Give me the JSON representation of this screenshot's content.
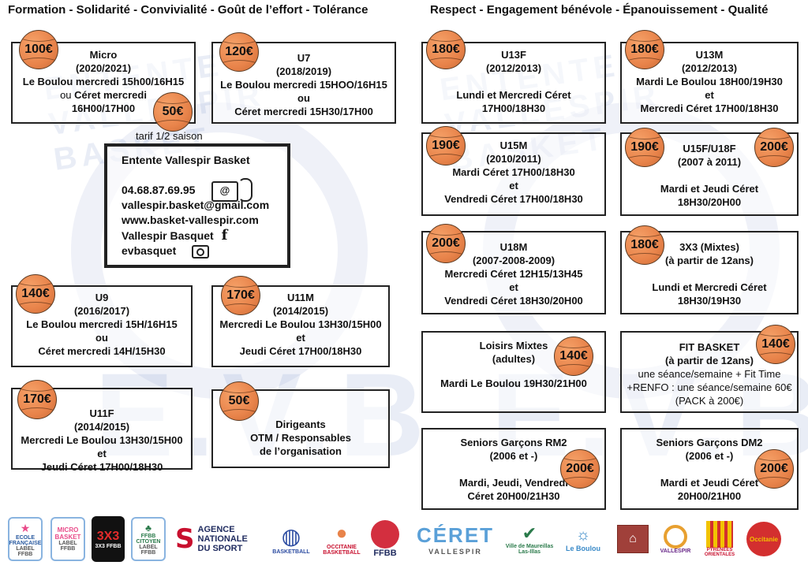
{
  "mottos": {
    "left": "Formation - Solidarité - Convivialité - Goût de l’effort - Tolérance",
    "right": "Respect - Engagement bénévole - Épanouissement - Qualité"
  },
  "cards": {
    "micro": {
      "price": "100€",
      "title": "Micro",
      "years": "(2020/2021)",
      "l1": "Le Boulou mercredi 15h00/16H15",
      "l2a": "ou",
      "l2b": "Céret mercredi",
      "l3": "16H00/17H00",
      "half_price": "50€",
      "half_label": "tarif 1/2 saison"
    },
    "u7": {
      "price": "120€",
      "title": "U7",
      "years": "(2018/2019)",
      "l1": "Le Boulou mercredi 15HOO/16H15",
      "l2": "ou",
      "l3": "Céret mercredi 15H30/17H00"
    },
    "u9": {
      "price": "140€",
      "title": "U9",
      "years": "(2016/2017)",
      "l1": "Le Boulou mercredi 15H/16H15",
      "l2": "ou",
      "l3": "Céret mercredi 14H/15H30"
    },
    "u11m": {
      "price": "170€",
      "title": "U11M",
      "years": "(2014/2015)",
      "l1": "Mercredi Le Boulou 13H30/15H00",
      "l2": "et",
      "l3": "Jeudi Céret 17H00/18H30"
    },
    "u11f": {
      "price": "170€",
      "title": "U11F",
      "years": "(2014/2015)",
      "l1": "Mercredi Le Boulou 13H30/15H00",
      "l2": "et",
      "l3": "Jeudi Céret 17H00/18H30"
    },
    "dirigeants": {
      "price": "50€",
      "l1": "Dirigeants",
      "l2": "OTM / Responsables",
      "l3": "de l’organisation"
    },
    "u13f": {
      "price": "180€",
      "title": "U13F",
      "years": "(2012/2013)",
      "l1": "Lundi et Mercredi Céret",
      "l2": "17H00/18H30"
    },
    "u13m": {
      "price": "180€",
      "title": "U13M",
      "years": "(2012/2013)",
      "l1": "Mardi Le Boulou 18H00/19H30",
      "l2": "et",
      "l3": "Mercredi Céret 17H00/18H30"
    },
    "u15m": {
      "price": "190€",
      "title": "U15M",
      "years": "(2010/2011)",
      "l1": "Mardi Céret 17H00/18H30",
      "l2": "et",
      "l3": "Vendredi Céret 17H00/18H30"
    },
    "u15f": {
      "price": "190€",
      "price2": "200€",
      "title": "U15F/U18F",
      "years": "(2007 à 2011)",
      "l1": "Mardi et Jeudi Céret",
      "l2": "18H30/20H00"
    },
    "u18m": {
      "price": "200€",
      "title": "U18M",
      "years": "(2007-2008-2009)",
      "l1": "Mercredi Céret 12H15/13H45",
      "l2": "et",
      "l3": "Vendredi Céret 18H30/20H00"
    },
    "x3": {
      "price": "180€",
      "title": "3X3 (Mixtes)",
      "years": "(à partir de 12ans)",
      "l1": "Lundi et Mercredi Céret",
      "l2": "18H30/19H30"
    },
    "loisirs": {
      "price": "140€",
      "title": "Loisirs Mixtes",
      "years": "(adultes)",
      "l1": "Mardi Le Boulou 19H30/21H00"
    },
    "fit": {
      "price": "140€",
      "title": "FIT BASKET",
      "years": "(à partir de 12ans)",
      "l1": "une séance/semaine + Fit Time",
      "l2": "+RENFO : une séance/semaine 60€",
      "l3": "(PACK à 200€)"
    },
    "rm2": {
      "price": "200€",
      "title": "Seniors Garçons RM2",
      "years": "(2006 et -)",
      "l1": "Mardi, Jeudi, Vendredi",
      "l2": "Céret 20H00/21H30"
    },
    "dm2": {
      "price": "200€",
      "title": "Seniors Garçons DM2",
      "years": "(2006 et -)",
      "l1": "Mardi et Jeudi Céret",
      "l2": "20H00/21H00"
    }
  },
  "contact": {
    "name": "Entente Vallespir Basket",
    "phone": "04.68.87.69.95",
    "email": "vallespir.basket@gmail.com",
    "web": "www.basket-vallespir.com",
    "facebook": "Vallespir Basquet",
    "instagram": "evbasquet"
  },
  "watermark": {
    "left": "ENTENTE VALLESPIR BASKET",
    "right": "ENTENTE VALLESPIR BASKET",
    "initials": "E.V.B"
  },
  "logos": {
    "ecole": "ECOLE FRANÇAISE",
    "ecole_sub": "LABEL FFBB",
    "micro": "MICRO BASKET",
    "micro_sub": "LABEL FFBB",
    "x3": "3X3",
    "x3_sub": "3X3 FFBB",
    "citoyen": "FFBB CITOYEN",
    "citoyen_sub": "LABEL FFBB",
    "ans": "AGENCE NATIONALE DU SPORT",
    "basketball": "BASKETBALL",
    "occitanie_basket": "OCCITANIE",
    "occitanie_basket_sub": "BASKETBALL",
    "ffbb": "FFBB",
    "ceret": "CÉRET",
    "ceret_sub": "VALLESPIR",
    "maureillas": "Ville de Maureillas Las-Illas",
    "boulou": "Le Boulou",
    "vallespir_cc": "VALLESPIR",
    "pyrenees": "PYRÉNÉES ORIENTALES",
    "occitanie": "Occitanie"
  }
}
